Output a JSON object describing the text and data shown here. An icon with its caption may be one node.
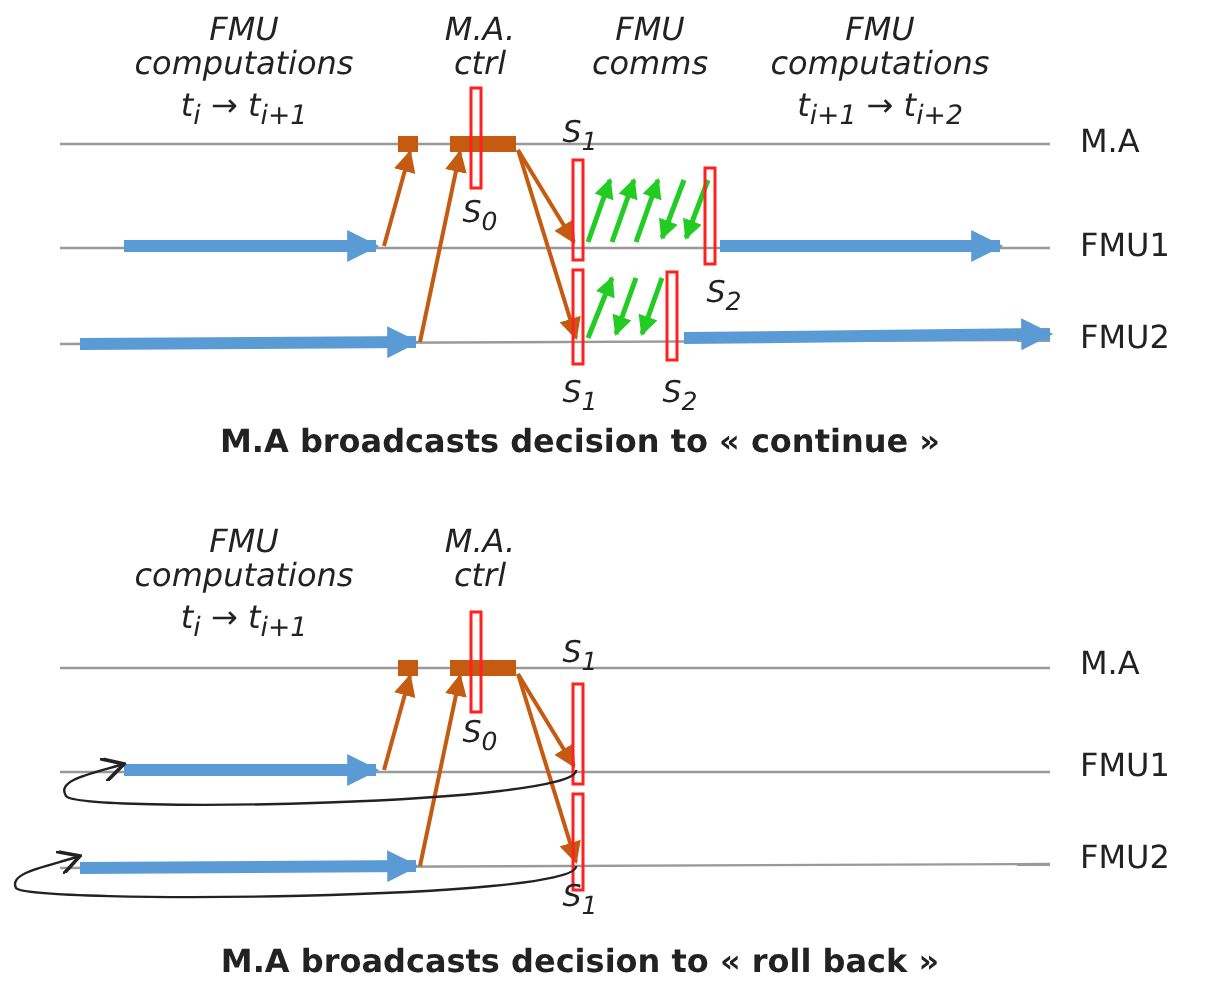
{
  "diagram": {
    "labels": [
      "FMU computations",
      "t$_{i}$ → t$_{i+1}$",
      "M.A. ctrl",
      "FMU comms",
      "FMU computations",
      "t$_{i+1}$ → t$_{i+2}$",
      "S$_{1}$",
      "M.A",
      "S$_{0}$",
      "FMU1",
      "S$_{2}$",
      "FMU2",
      "S$_{1}$",
      "S$_{2}$",
      "M.A broadcasts decision to « continue »",
      "FMU computations",
      "t$_{i}$ → t$_{i+1}$",
      "M.A. ctrl",
      "S$_{1}$",
      "M.A",
      "S$_{0}$",
      "FMU1",
      "FMU2",
      "S$_{1}$",
      "M.A broadcasts decision to « roll back »"
    ]
  }
}
